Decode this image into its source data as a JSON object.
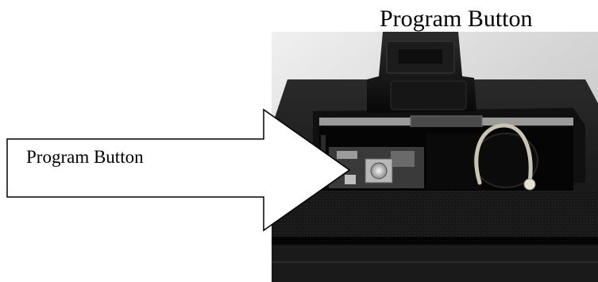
{
  "captions": {
    "top_label": "Program Button",
    "arrow_label": "Program Button"
  },
  "photo": {
    "subject": "remote-transmitter-open-housing",
    "colors": {
      "housing": "#1a1a1a",
      "clip": "#111111",
      "wall": "#dcdcdc",
      "wire": "#c9c4b6",
      "circuit_board": "#3a3a3a"
    }
  },
  "arrow": {
    "fill": "#ffffff",
    "stroke": "#000000"
  }
}
